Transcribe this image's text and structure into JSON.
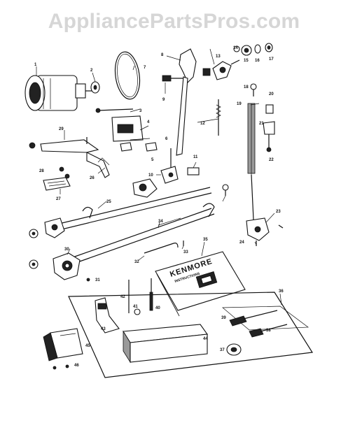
{
  "watermark": "AppliancePartsPros.com",
  "manual": {
    "brand": "KENMORE",
    "subtitle": "INSTRUCTIONS"
  },
  "callouts": [
    "1",
    "2",
    "3",
    "4",
    "5",
    "6",
    "7",
    "8",
    "9",
    "10",
    "11",
    "12",
    "13",
    "14",
    "15",
    "16",
    "17",
    "18",
    "19",
    "20",
    "21",
    "22",
    "23",
    "24",
    "25",
    "26",
    "27",
    "28",
    "29",
    "30",
    "31",
    "32",
    "33",
    "34",
    "35",
    "36",
    "37",
    "38",
    "39",
    "40",
    "41",
    "42",
    "43",
    "44",
    "45",
    "46"
  ],
  "colors": {
    "ink": "#111111",
    "paper": "#ffffff",
    "watermark": "#d6d6d6"
  }
}
